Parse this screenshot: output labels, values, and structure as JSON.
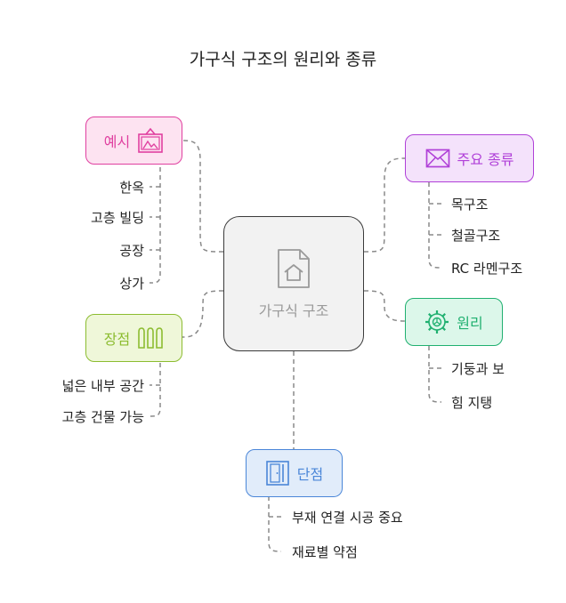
{
  "title": "가구식 구조의 원리와 종류",
  "center": {
    "label": "가구식 구조",
    "icon": "house-document-icon"
  },
  "branches": {
    "examples": {
      "label": "예시",
      "icon": "picture-frame-icon",
      "color": "#e040a0",
      "fill": "#fde3f1",
      "items": [
        "한옥",
        "고층 빌딩",
        "공장",
        "상가"
      ]
    },
    "types": {
      "label": "주요 종류",
      "icon": "envelope-icon",
      "color": "#b040d8",
      "fill": "#f4e2fb",
      "items": [
        "목구조",
        "철골구조",
        "RC 라멘구조"
      ]
    },
    "principle": {
      "label": "원리",
      "icon": "gear-icon",
      "color": "#20b070",
      "fill": "#dcf7ea",
      "items": [
        "기둥과 보",
        "힘 지탱"
      ]
    },
    "advantages": {
      "label": "장점",
      "icon": "columns-icon",
      "color": "#8cbc30",
      "fill": "#eff7d9",
      "items": [
        "넓은 내부 공간",
        "고층 건물 가능"
      ]
    },
    "disadvantages": {
      "label": "단점",
      "icon": "door-icon",
      "color": "#4a86d8",
      "fill": "#e1ecfa",
      "items": [
        "부재 연결 시공 중요",
        "재료별 약점"
      ]
    }
  }
}
